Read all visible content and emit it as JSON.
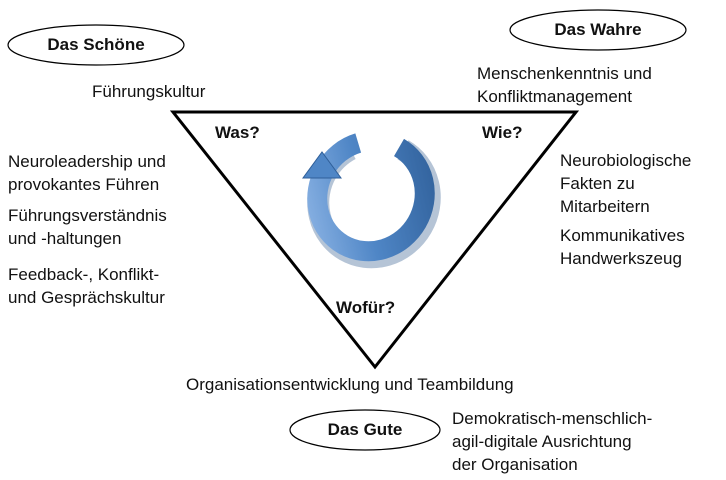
{
  "ovals": {
    "top_left": "Das Schöne",
    "top_right": "Das Wahre",
    "bottom": "Das Gute"
  },
  "corners": {
    "top_left": "Was?",
    "top_right": "Wie?",
    "bottom": "Wofür?"
  },
  "labels": {
    "top_left_edge": "Führungskultur",
    "top_right_edge": "Menschenkenntnis und\nKonfliktmanagement",
    "bottom_edge": "Organisationsentwicklung und Teambildung"
  },
  "left_list": [
    "Neuroleadership und\nprovokantes Führen",
    "Führungsverständnis\nund -haltungen",
    "Feedback-, Konflikt-\nund Gesprächskultur"
  ],
  "right_list": [
    "Neurobiologische\nFakten zu\nMitarbeitern",
    "Kommunikatives\nHandwerkszeug"
  ],
  "bottom_right": "Demokratisch-menschlich-\nagil-digitale Ausrichtung\nder Organisation",
  "colors": {
    "cycle_arrow": "#4f86c6",
    "cycle_arrow_dark": "#2f5f99",
    "outline": "#000000"
  },
  "icons": {
    "center": "cycle-arrow-icon"
  }
}
